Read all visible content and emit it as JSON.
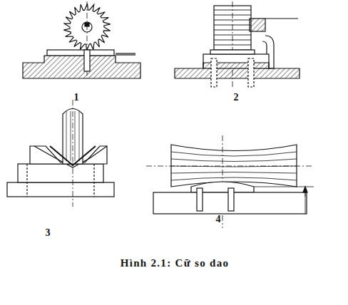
{
  "diagram": {
    "caption": "Hình 2.1: Cữ so dao",
    "labels": [
      "1",
      "2",
      "3",
      "4"
    ]
  }
}
